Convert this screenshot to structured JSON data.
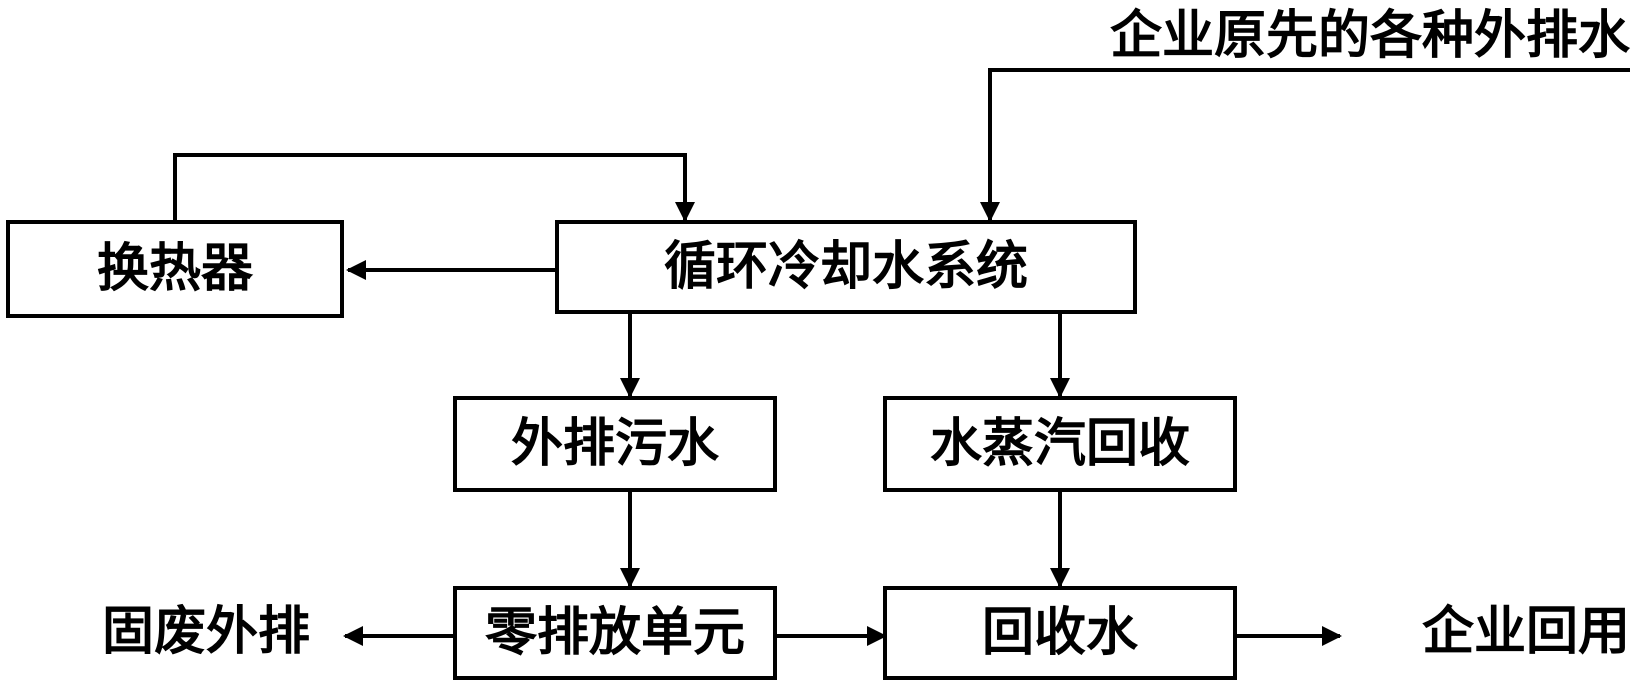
{
  "diagram": {
    "nodes": {
      "heat_exchanger": "换热器",
      "cooling_system": "循环冷却水系统",
      "wastewater": "外排污水",
      "steam_recovery": "水蒸汽回收",
      "zld_unit": "零排放单元",
      "recovered_water": "回收水"
    },
    "labels": {
      "source_input": "企业原先的各种外排水",
      "solid_waste": "固废外排",
      "reuse": "企业回用"
    }
  }
}
